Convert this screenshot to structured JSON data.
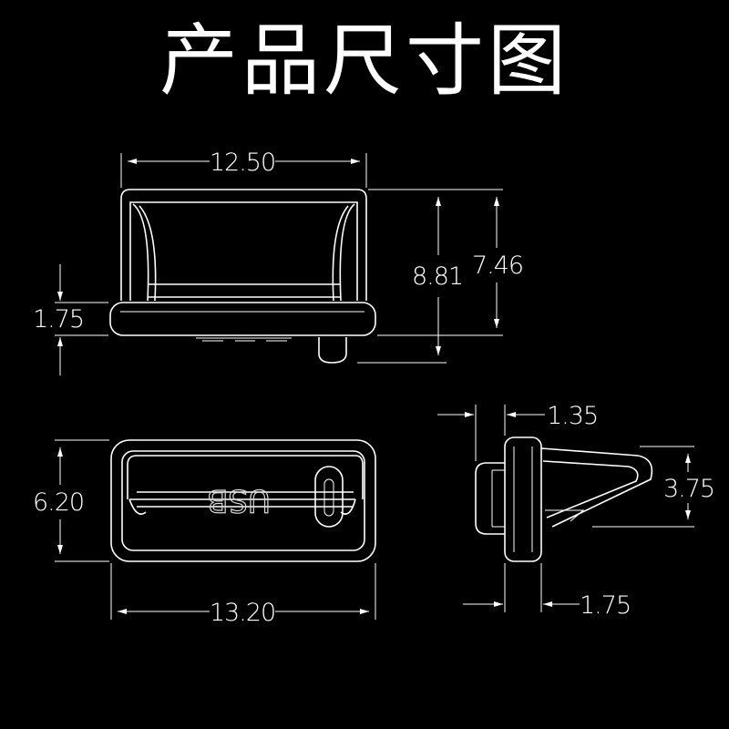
{
  "title": "产品尺寸图",
  "colors": {
    "background": "#000000",
    "outline": "#ffffff",
    "dimension": "#e8e8e8"
  },
  "views": {
    "front": {
      "width_label": "12.50",
      "total_height_label": "8.81",
      "body_height_label": "7.46",
      "flange_height_label": "1.75"
    },
    "top": {
      "depth_label": "6.20",
      "length_label": "13.20",
      "engraving": "USB"
    },
    "side": {
      "offset_label": "1.35",
      "clip_height_label": "3.75",
      "base_label": "1.75"
    }
  }
}
